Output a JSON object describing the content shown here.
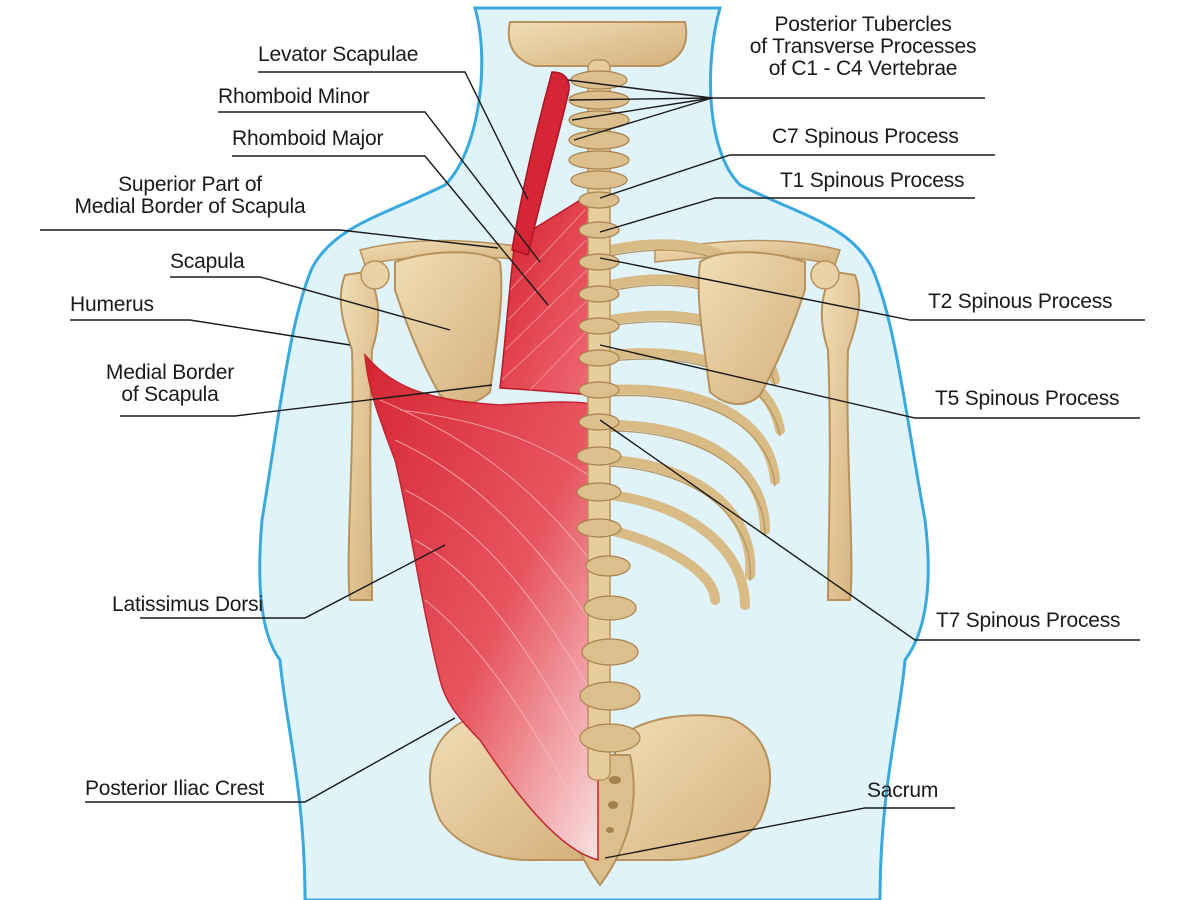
{
  "labels": {
    "levator_scapulae": "Levator Scapulae",
    "rhomboid_minor": "Rhomboid Minor",
    "rhomboid_major": "Rhomboid Major",
    "superior_medial_border": [
      "Superior Part of",
      "Medial Border of Scapula"
    ],
    "scapula": "Scapula",
    "humerus": "Humerus",
    "medial_border": [
      "Medial Border",
      "of Scapula"
    ],
    "latissimus_dorsi": "Latissimus Dorsi",
    "posterior_iliac_crest": "Posterior Iliac Crest",
    "posterior_tubercles": [
      "Posterior Tubercles",
      "of Transverse Processes",
      "of C1 - C4 Vertebrae"
    ],
    "c7": "C7 Spinous Process",
    "t1": "T1 Spinous Process",
    "t2": "T2 Spinous Process",
    "t5": "T5 Spinous Process",
    "t7": "T7 Spinous Process",
    "sacrum": "Sacrum"
  },
  "colors": {
    "body_fill": "#dff3f9",
    "body_outline": "#3aa9dd",
    "bone": "#e9d2a6",
    "bone_shadow": "#c9a46e",
    "muscle": "#e0303f",
    "muscle_light": "#f3a9ae",
    "leader": "#1a1a1a"
  }
}
